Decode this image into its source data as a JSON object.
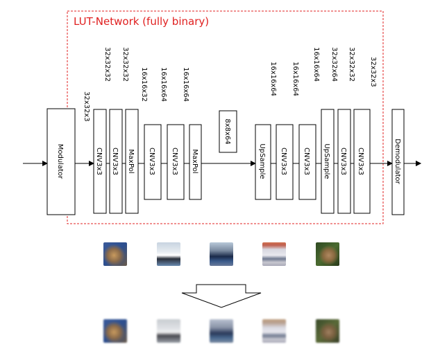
{
  "title": "LUT-Network (fully binary)",
  "colors": {
    "frame": "#e02020",
    "box_stroke": "#000000",
    "arrow": "#000000"
  },
  "modulator": "Modulator",
  "demodulator": "Demodulator",
  "layers": [
    {
      "id": "cnv1",
      "label": "CNV3x3",
      "shape": "32x32x32"
    },
    {
      "id": "cnv2",
      "label": "CNV3x3",
      "shape": "32x32x32"
    },
    {
      "id": "pool1",
      "label": "MaxPol",
      "shape": ""
    },
    {
      "id": "cnv3",
      "label": "CNV3x3",
      "shape": "16x16x64"
    },
    {
      "id": "cnv4",
      "label": "CNV3x3",
      "shape": "16x16x64"
    },
    {
      "id": "pool2",
      "label": "MaxPol",
      "shape": ""
    },
    {
      "id": "up1",
      "label": "UpSample",
      "shape": "16x16x64"
    },
    {
      "id": "cnv5",
      "label": "CNV3x3",
      "shape": "16x16x64"
    },
    {
      "id": "cnv6",
      "label": "CNV3x3",
      "shape": "16x16x64"
    },
    {
      "id": "up2",
      "label": "UpSample",
      "shape": "32x32x64"
    },
    {
      "id": "cnv7",
      "label": "CNV3x3",
      "shape": "32x32x32"
    },
    {
      "id": "cnv8",
      "label": "CNV3x3",
      "shape": "32x32x3"
    }
  ],
  "shape_labels": {
    "input": "32x32x3",
    "cnv1": "32x32x32",
    "cnv2": "32x32x32",
    "pool1": "16x16x32",
    "cnv3": "16x16x64",
    "cnv4": "16x16x64",
    "bottleneck": "8x8x64",
    "up1": "16x16x64",
    "cnv5": "16x16x64",
    "cnv6": "16x16x64",
    "up2": "32x32x64",
    "cnv7": "32x32x32",
    "cnv8": "32x32x3"
  },
  "input_images": [
    "cat",
    "ship",
    "ship",
    "airplane",
    "frog"
  ],
  "output_images": [
    "cat",
    "ship",
    "ship",
    "airplane",
    "frog"
  ]
}
